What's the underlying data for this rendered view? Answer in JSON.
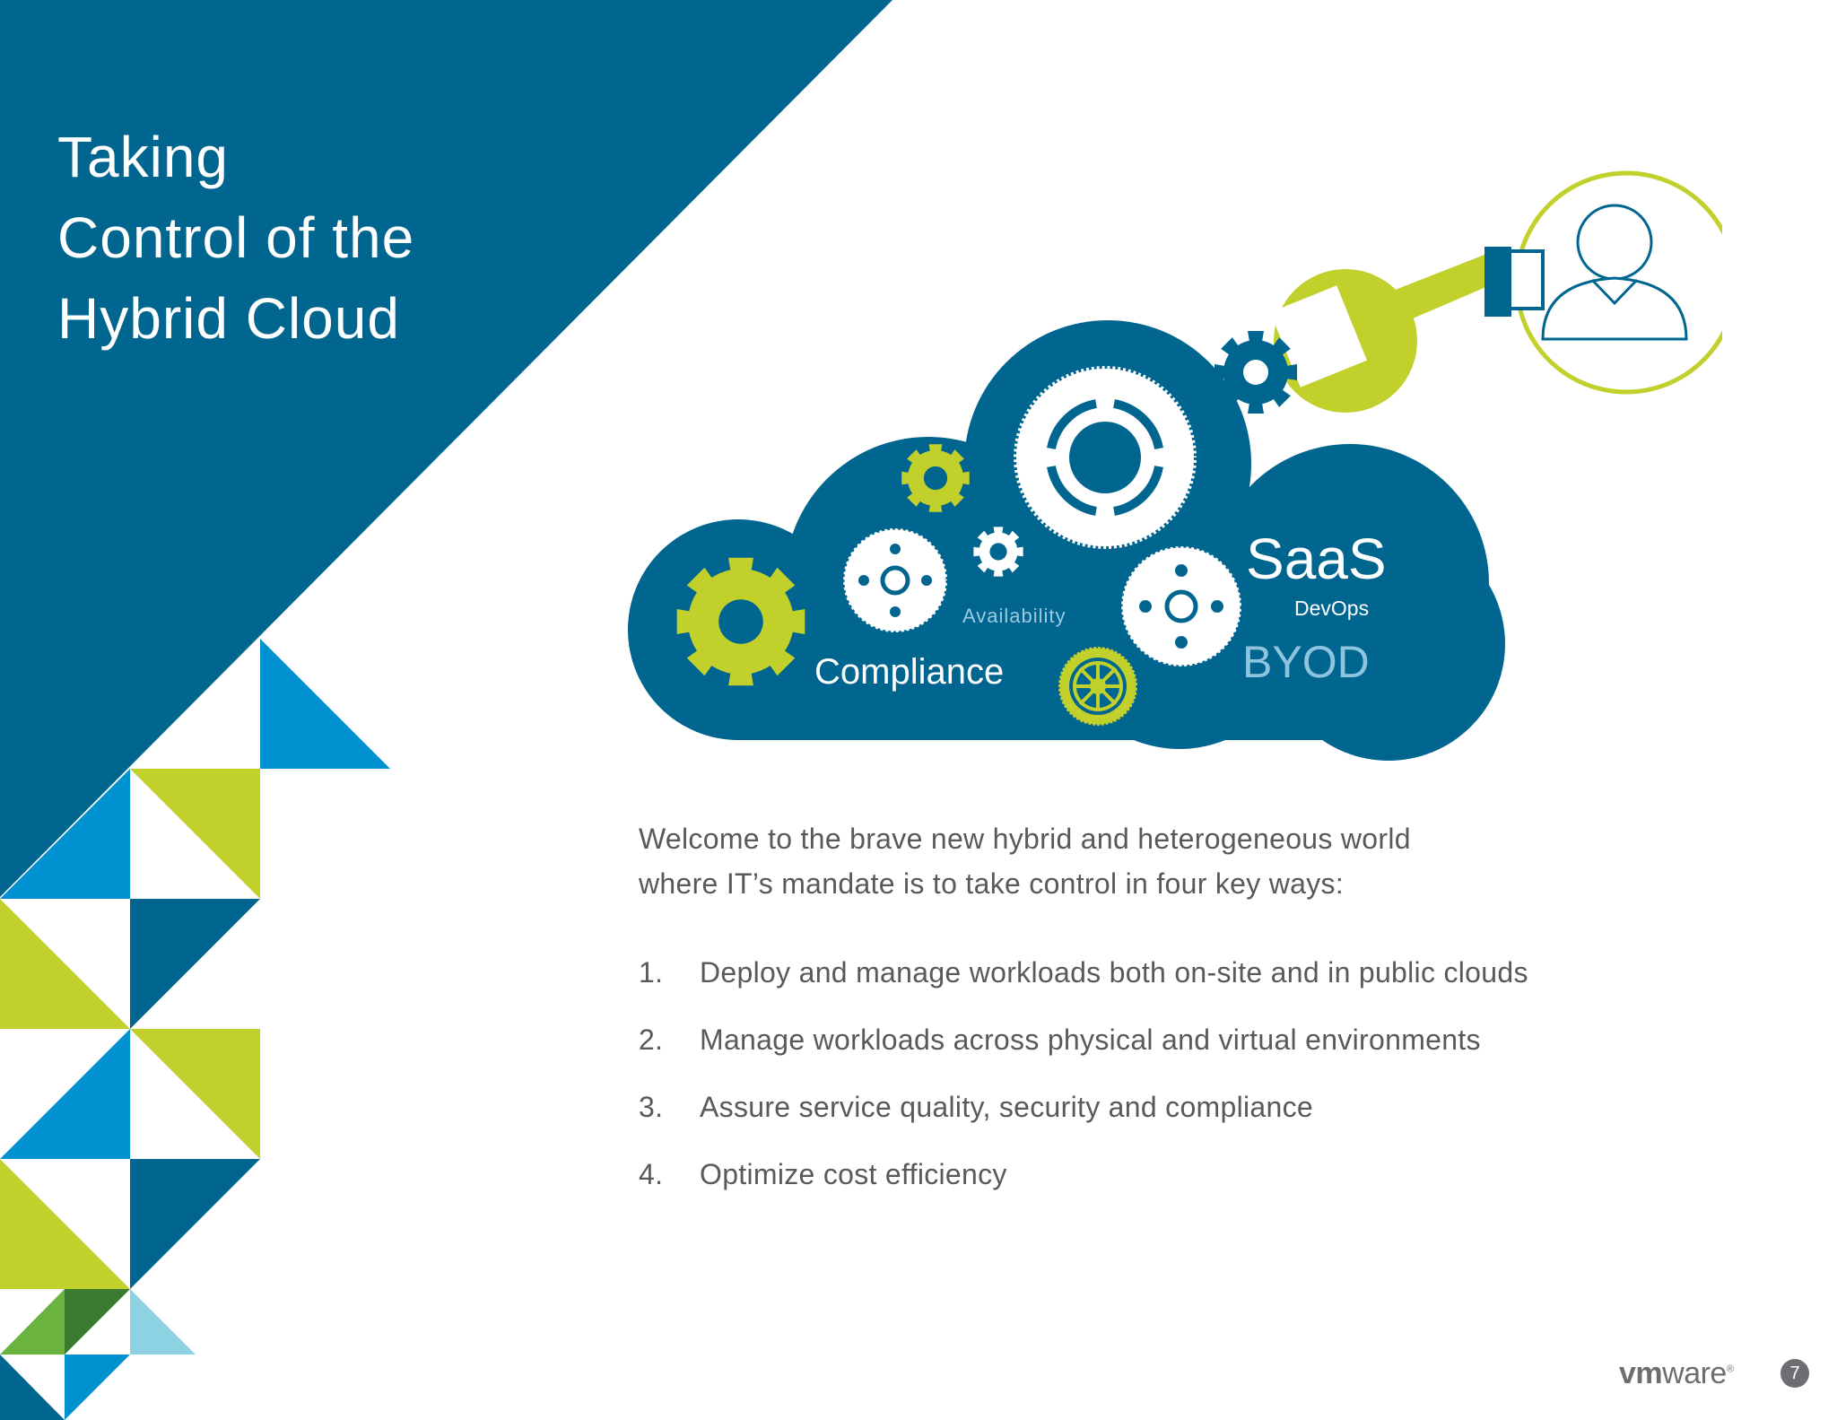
{
  "page": {
    "title_lines": [
      "Taking",
      "Control of the",
      "Hybrid Cloud"
    ],
    "page_number": "7",
    "logo_text": {
      "vm": "vm",
      "ware": "ware",
      "reg": "®"
    }
  },
  "illustration": {
    "labels": {
      "availability": "Availability",
      "compliance": "Compliance",
      "saas": "SaaS",
      "devops": "DevOps",
      "byod": "BYOD"
    },
    "icons": [
      "cloud-icon",
      "gear-icon",
      "wrench-icon",
      "user-workstation-icon"
    ]
  },
  "body": {
    "intro_lines": [
      "Welcome to the brave new hybrid and heterogeneous world",
      "where IT’s mandate is to take control in four key ways:"
    ],
    "ways": [
      {
        "num": "1.",
        "text": "Deploy and manage workloads both on-site and in public clouds"
      },
      {
        "num": "2.",
        "text": "Manage workloads across physical and virtual environments"
      },
      {
        "num": "3.",
        "text": "Assure service quality, security and compliance"
      },
      {
        "num": "4.",
        "text": "Optimize cost efficiency"
      }
    ]
  },
  "colors": {
    "brand_blue": "#006690",
    "sky_blue": "#0091d0",
    "lime": "#c1d02a",
    "green": "#6ab33e",
    "dark_green": "#3b7b2f",
    "light_blue": "#8dd2e3",
    "muted_text": "#58595b",
    "byod": "#8fc4de",
    "availability": "#9cc9e0"
  }
}
